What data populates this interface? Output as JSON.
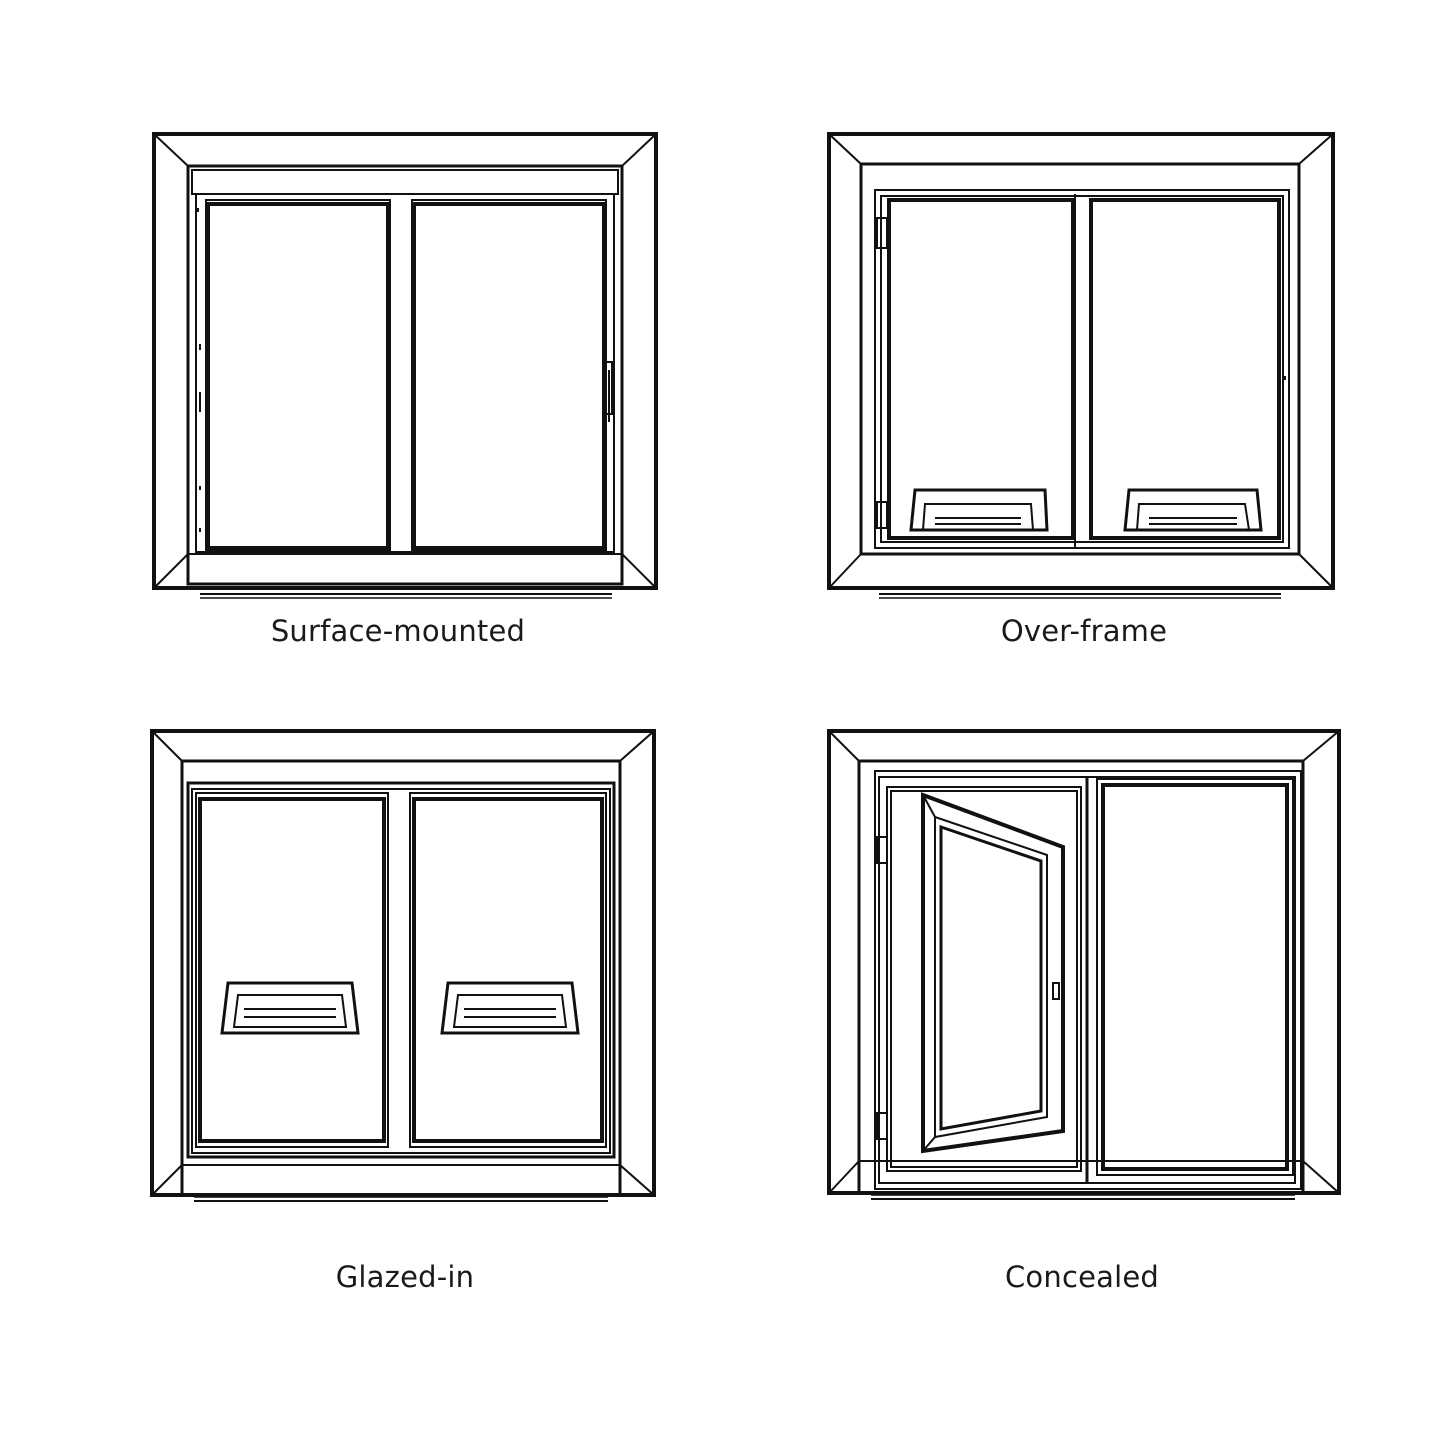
{
  "diagram": {
    "background": "#ffffff",
    "stroke_color": "#111111",
    "panels": [
      {
        "id": "surface-mounted",
        "label": "Surface-mounted",
        "icon": "sliding-window-icon"
      },
      {
        "id": "over-frame",
        "label": "Over-frame",
        "icon": "window-with-vents-icon"
      },
      {
        "id": "glazed-in",
        "label": "Glazed-in",
        "icon": "window-with-glazed-vents-icon"
      },
      {
        "id": "concealed",
        "label": "Concealed",
        "icon": "open-casement-window-icon"
      }
    ]
  }
}
